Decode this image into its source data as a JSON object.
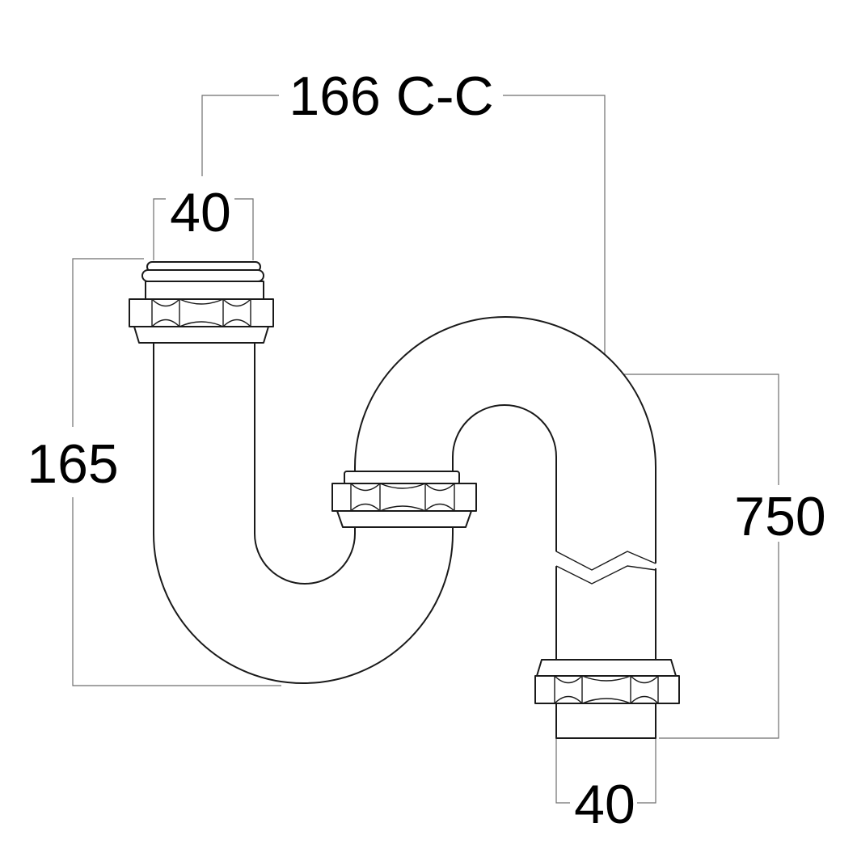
{
  "dimensions": {
    "centre_to_centre": "166 C-C",
    "inlet_diameter": "40",
    "outlet_diameter": "40",
    "trap_height": "165",
    "outlet_length": "750"
  }
}
